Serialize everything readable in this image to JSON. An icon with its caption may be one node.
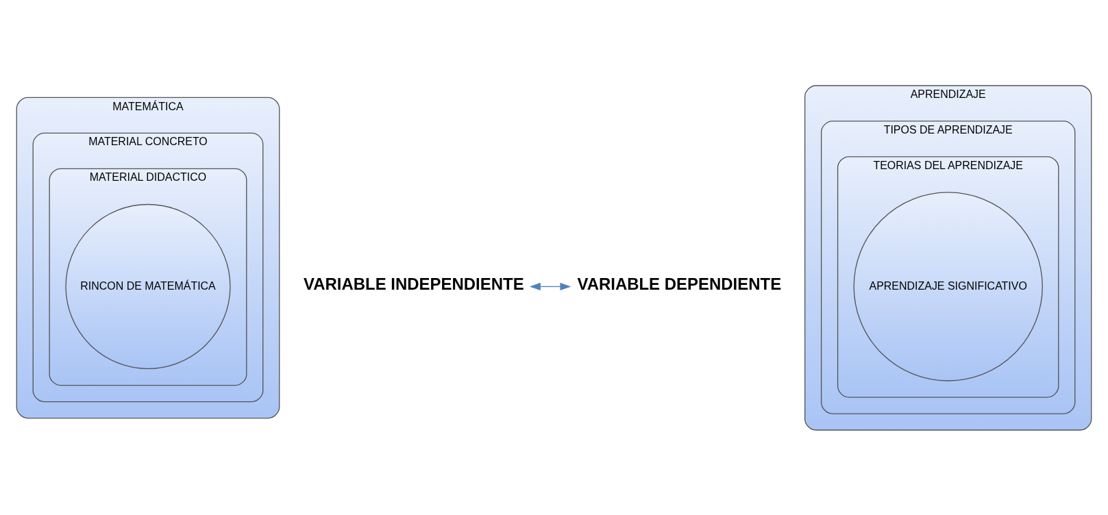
{
  "diagram": {
    "nodes": [
      {
        "text": [
          "MATEMÁTICA"
        ]
      },
      {
        "text": [
          "MATERIAL CONCRETO"
        ],
        "in": 0
      },
      {
        "text": [
          "MATERIAL DIDACTICO"
        ],
        "in": 1
      },
      {
        "text": [
          "RINCON DE MATEMÁTICA"
        ],
        "in": 2
      },
      {
        "text": [
          "APRENDIZAJE"
        ]
      },
      {
        "text": [
          "TIPOS DE APRENDIZAJE"
        ],
        "in": 4
      },
      {
        "text": [
          "TEORIAS DEL APRENDIZAJE"
        ],
        "in": 5
      },
      {
        "text": [
          "APRENDIZAJE SIGNIFICATIVO"
        ],
        "in": 6
      },
      {
        "text": [
          "VARIABLE INDEPENDIENTE"
        ]
      },
      {
        "text": [
          "VARIABLE DEPENDIENTE"
        ]
      }
    ],
    "edges": [
      {
        "from": 8,
        "to": 9,
        "arrow": "both"
      }
    ]
  }
}
